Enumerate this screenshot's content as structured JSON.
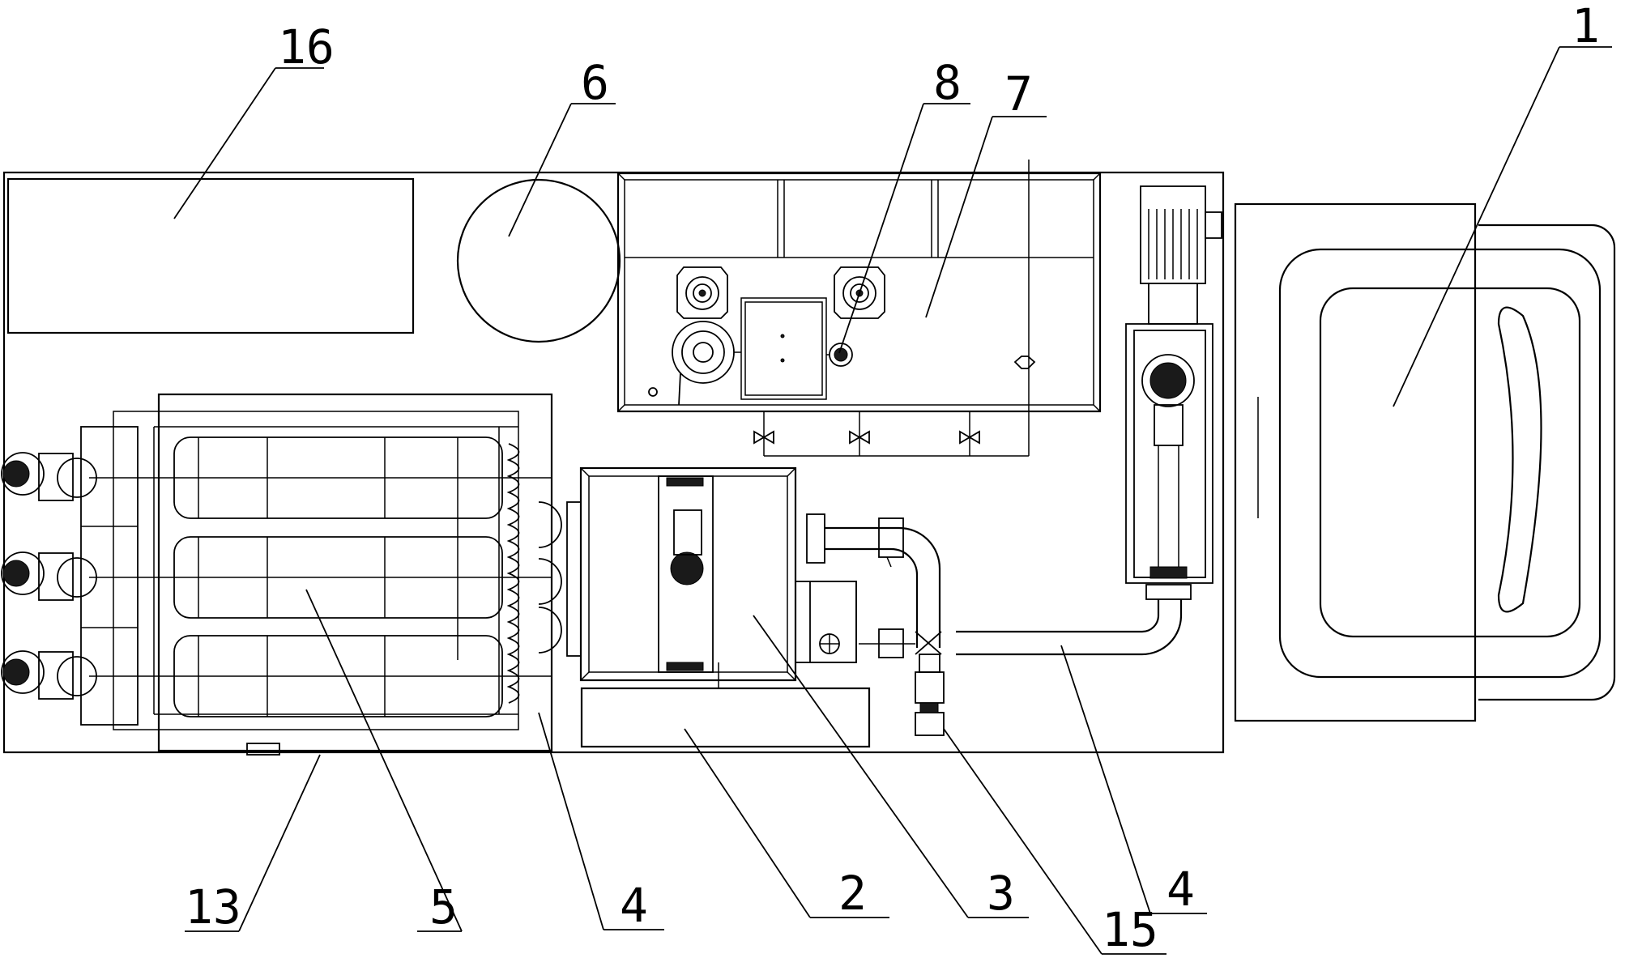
{
  "callouts": [
    {
      "id": "c16",
      "label": "16"
    },
    {
      "id": "c6",
      "label": "6"
    },
    {
      "id": "c8",
      "label": "8"
    },
    {
      "id": "c7",
      "label": "7"
    },
    {
      "id": "c1",
      "label": "1"
    },
    {
      "id": "c13",
      "label": "13"
    },
    {
      "id": "c5",
      "label": "5"
    },
    {
      "id": "c4a",
      "label": "4"
    },
    {
      "id": "c2",
      "label": "2"
    },
    {
      "id": "c3",
      "label": "3"
    },
    {
      "id": "c15",
      "label": "15"
    },
    {
      "id": "c4b",
      "label": "4"
    }
  ]
}
